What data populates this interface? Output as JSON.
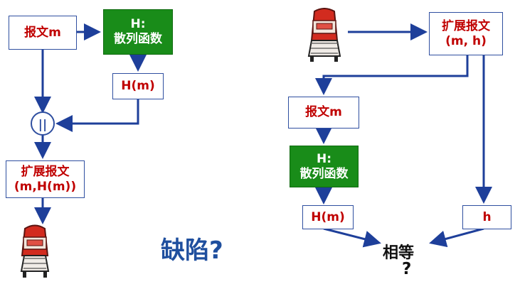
{
  "left_flow": {
    "message": "报文m",
    "hash_title": "H:",
    "hash_name": "散列函数",
    "hash_result": "H(m)",
    "combine_symbol": "||",
    "extended_label": "扩展报文",
    "extended_value": "(m,H(m))",
    "question": "缺陷?"
  },
  "right_flow": {
    "extended_label": "扩展报文",
    "extended_value": "(m, h)",
    "message": "报文m",
    "hash_title": "H:",
    "hash_name": "散列函数",
    "hash_result": "H(m)",
    "h_value": "h",
    "equal_label": "相等",
    "equal_question": "?"
  },
  "colors": {
    "arrow": "#1e3f9a",
    "box_border": "#2f4fa0",
    "label_red": "#c00000",
    "hash_green": "#198c19",
    "question_blue": "#1f4f9e",
    "mailbox_red": "#d22b1f"
  },
  "icons": {
    "left_mailbox": "mailbox-icon",
    "right_mailbox": "mailbox-icon"
  }
}
